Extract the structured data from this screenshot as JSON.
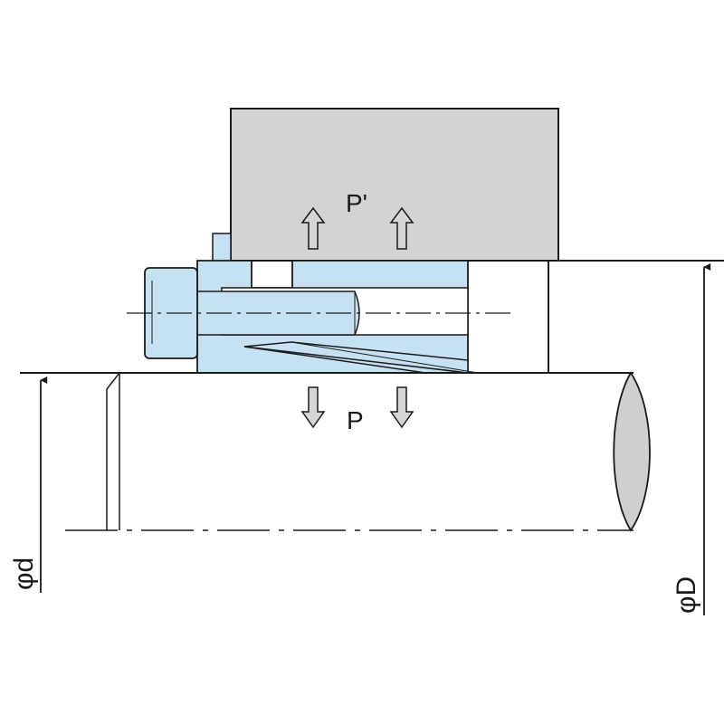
{
  "labels": {
    "pressure_hub": "P'",
    "pressure_shaft": "P",
    "shaft_diameter": "φd",
    "hub_diameter": "φD"
  },
  "colors": {
    "outline": "#1a1a1a",
    "hub_fill": "#d3d3d3",
    "locking_element_fill": "#c6e2f2",
    "shaft_end_fill": "#cfcfcf",
    "arrow_fill": "#d6d6d6",
    "background": "#ffffff"
  },
  "icons": {
    "pressure_arrow_up": "up-arrow-icon",
    "pressure_arrow_down": "down-arrow-icon",
    "dimension_arrow": "dimension-arrow-icon"
  }
}
